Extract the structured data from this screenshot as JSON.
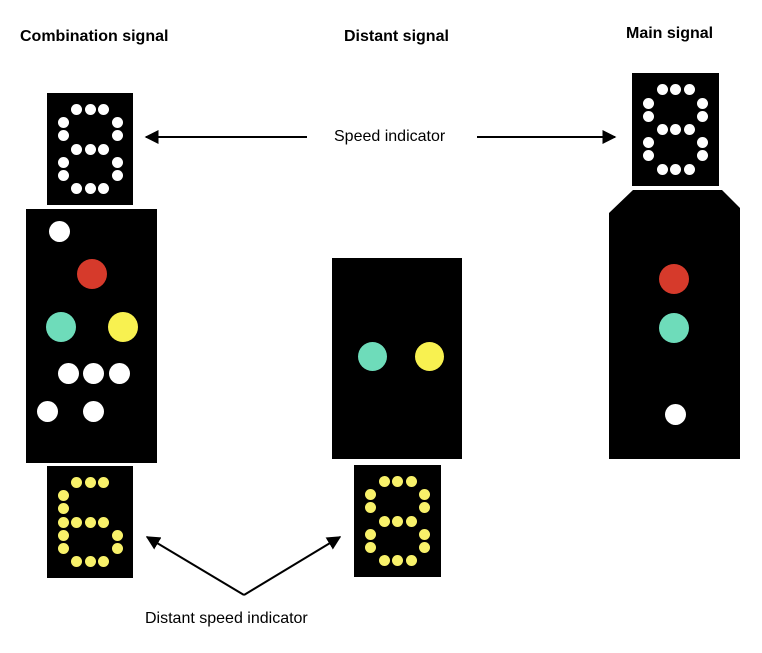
{
  "titles": {
    "combination": "Combination signal",
    "distant": "Distant signal",
    "main": "Main signal"
  },
  "labels": {
    "speed_indicator": "Speed indicator",
    "distant_speed_indicator": "Distant speed indicator"
  },
  "colors": {
    "red": "#d63a2b",
    "green": "#6edcba",
    "yellow": "#f8f150",
    "white": "#ffffff",
    "indicator_yellow": "#f8f16a"
  },
  "signals": {
    "combination": {
      "speed_indicator": {
        "digit": "8",
        "color": "white"
      },
      "lamps": [
        {
          "name": "white-lamp-top",
          "color": "white"
        },
        {
          "name": "red-lamp",
          "color": "red"
        },
        {
          "name": "green-lamp",
          "color": "green"
        },
        {
          "name": "yellow-lamp",
          "color": "yellow"
        },
        {
          "name": "white-lamp-row-1",
          "color": "white"
        },
        {
          "name": "white-lamp-row-2",
          "color": "white"
        },
        {
          "name": "white-lamp-row-3",
          "color": "white"
        },
        {
          "name": "white-lamp-bottom-left",
          "color": "white"
        },
        {
          "name": "white-lamp-bottom-right",
          "color": "white"
        }
      ],
      "distant_speed_indicator": {
        "digit": "6",
        "color": "yellow"
      }
    },
    "distant": {
      "lamps": [
        {
          "name": "green-lamp",
          "color": "green"
        },
        {
          "name": "yellow-lamp",
          "color": "yellow"
        }
      ],
      "distant_speed_indicator": {
        "digit": "8",
        "color": "yellow"
      }
    },
    "main": {
      "speed_indicator": {
        "digit": "8",
        "color": "white"
      },
      "lamps": [
        {
          "name": "red-lamp",
          "color": "red"
        },
        {
          "name": "green-lamp",
          "color": "green"
        },
        {
          "name": "white-lamp",
          "color": "white"
        }
      ]
    }
  }
}
